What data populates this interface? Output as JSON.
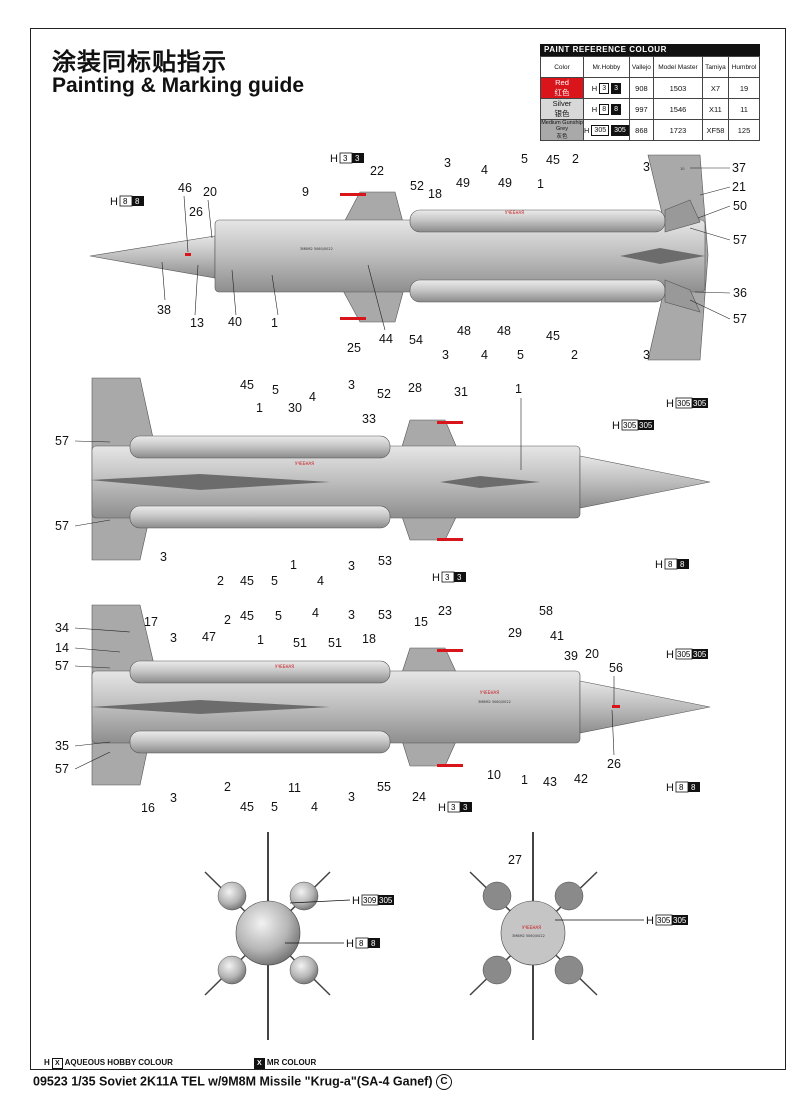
{
  "header": {
    "title_cn": "涂装同标贴指示",
    "title_en": "Painting & Marking guide"
  },
  "paint_table": {
    "title": "PAINT  REFERENCE COLOUR",
    "columns": [
      "Color",
      "Mr.Hobby",
      "Vallejo",
      "Model Master",
      "Tamiya",
      "Humbrol"
    ],
    "rows": [
      {
        "color_en": "Red",
        "color_cn": "红色",
        "swatch": "#d9141b",
        "h_prefix": "H",
        "h_box": "3",
        "h_dark": "3",
        "vallejo": "908",
        "model_master": "1503",
        "tamiya": "X7",
        "humbrol": "19"
      },
      {
        "color_en": "Silver",
        "color_cn": "银色",
        "swatch": "#d8d8d8",
        "h_prefix": "H",
        "h_box": "8",
        "h_dark": "8",
        "vallejo": "997",
        "model_master": "1546",
        "tamiya": "X11",
        "humbrol": "11"
      },
      {
        "color_en": "Medium Gunship Grey",
        "color_cn": "灰色",
        "swatch": "#a9a9a9",
        "h_prefix": "H",
        "h_box": "305",
        "h_dark": "305",
        "vallejo": "868",
        "model_master": "1723",
        "tamiya": "XF58",
        "humbrol": "125"
      }
    ]
  },
  "paint_codes": {
    "red": {
      "prefix": "H",
      "box": "3",
      "dark": "3"
    },
    "silver": {
      "prefix": "H",
      "box": "8",
      "dark": "8"
    },
    "grey": {
      "prefix": "H",
      "box": "305",
      "dark": "305"
    },
    "grey_alt": {
      "prefix": "H",
      "box": "309",
      "dark": "305"
    }
  },
  "markings": {
    "red_text": "УЧЕБНАЯ",
    "serial": "3M8M2 5060/0022",
    "small_num": "10"
  },
  "view1": {
    "callouts_top": [
      "46",
      "20",
      "9",
      "22",
      "52",
      "18",
      "3",
      "49",
      "4",
      "49",
      "5",
      "1",
      "45",
      "2",
      "3",
      "37",
      "21",
      "50"
    ],
    "callouts_left": [
      "26",
      "38",
      "13",
      "40",
      "1"
    ],
    "callouts_bottom": [
      "25",
      "44",
      "54",
      "3",
      "48",
      "4",
      "48",
      "5",
      "45",
      "2",
      "3",
      "57",
      "36",
      "57"
    ]
  },
  "view2": {
    "callouts": [
      "45",
      "5",
      "3",
      "52",
      "28",
      "31",
      "1",
      "1",
      "30",
      "4",
      "33",
      "57",
      "57",
      "3",
      "2",
      "45",
      "5",
      "1",
      "4",
      "3",
      "53"
    ]
  },
  "view3": {
    "callouts": [
      "17",
      "2",
      "45",
      "5",
      "4",
      "3",
      "53",
      "15",
      "23",
      "58",
      "34",
      "14",
      "3",
      "47",
      "1",
      "51",
      "51",
      "18",
      "29",
      "41",
      "39",
      "20",
      "56",
      "57",
      "35",
      "57",
      "16",
      "3",
      "2",
      "45",
      "5",
      "11",
      "4",
      "3",
      "55",
      "24",
      "10",
      "1",
      "43",
      "42",
      "26"
    ]
  },
  "view4": {
    "callouts": [
      "27"
    ]
  },
  "legend": {
    "aqueous_prefix": "H",
    "aqueous_box": "X",
    "aqueous_label": "AQUEOUS HOBBY COLOUR",
    "mr_box": "X",
    "mr_label": "MR COLOUR"
  },
  "footer": {
    "text": "09523 1/35  Soviet 2K11A  TEL w/9M8M Missile \"Krug-a\"(SA-4 Ganef)",
    "copyright": "C"
  },
  "colors": {
    "body_grey": "#cfcfcf",
    "fin_grey": "#a9a9a9",
    "red": "#d9141b",
    "silver": "#d8d8d8"
  }
}
